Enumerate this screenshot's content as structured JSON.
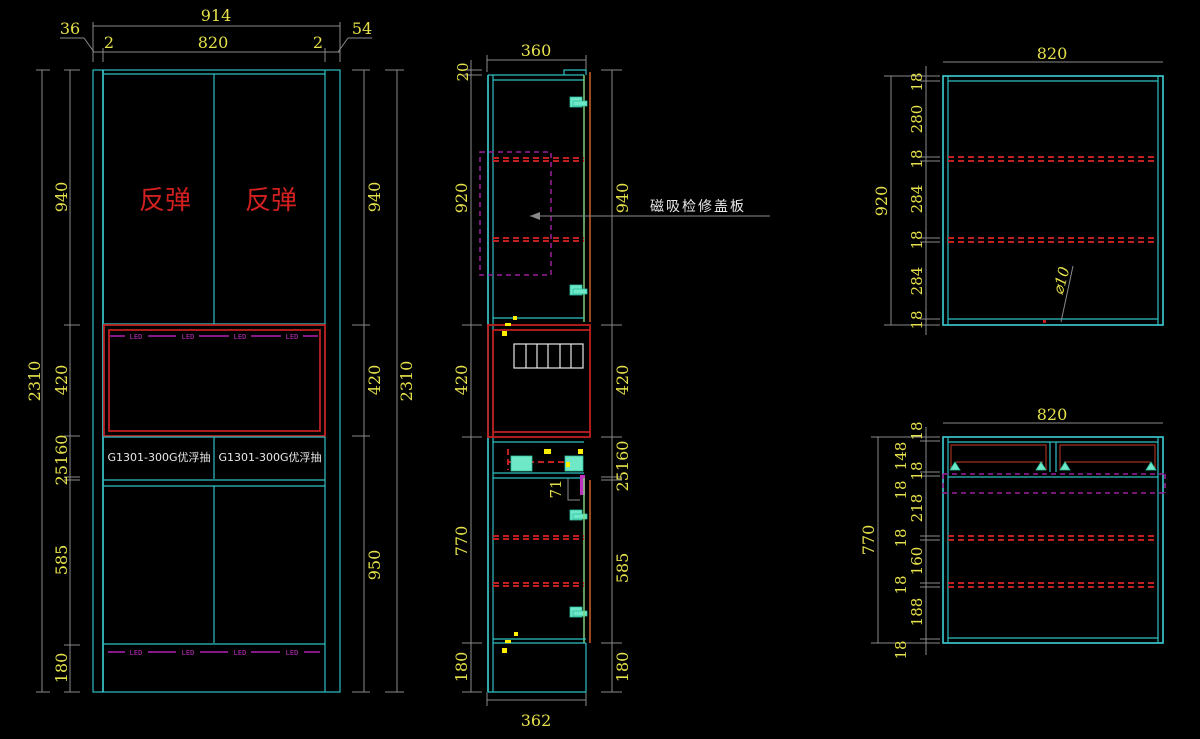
{
  "front_view": {
    "overall_width": "914",
    "inner_width": "820",
    "left_offset": "36",
    "right_offset": "54",
    "left_gap": "2",
    "right_gap": "2",
    "left_dims": [
      "940",
      "420",
      "25160",
      "585",
      "180"
    ],
    "left_total": "2310",
    "right_dims": [
      "940",
      "420",
      "950"
    ],
    "right_total": "2310",
    "door_labels": [
      "反弹",
      "反弹"
    ],
    "led_label": "LED",
    "drawer_labels": [
      "G1301-300G优浮抽",
      "G1301-300G优浮抽"
    ]
  },
  "side_view": {
    "top_depth": "360",
    "bottom_depth": "362",
    "left_dims": [
      "20",
      "920",
      "420",
      "770",
      "180"
    ],
    "right_dims": [
      "940",
      "420",
      "25160",
      "585",
      "180"
    ],
    "callout": "磁吸检修盖板",
    "small_dim": "71"
  },
  "upper_section": {
    "width": "820",
    "total": "920",
    "dims": [
      "18",
      "280",
      "18",
      "284",
      "18",
      "284",
      "18"
    ],
    "hole": "⌀10"
  },
  "lower_section": {
    "width": "820",
    "total": "770",
    "dims": [
      "18",
      "148",
      "18",
      "18",
      "218",
      "18",
      "160",
      "18",
      "188",
      "18"
    ]
  },
  "colors": {
    "background": "#000000",
    "dimension_text": "#e6e14a",
    "carcass": "#3fd0d4",
    "open_niche": "#c0201f",
    "led": "#c030c0"
  }
}
